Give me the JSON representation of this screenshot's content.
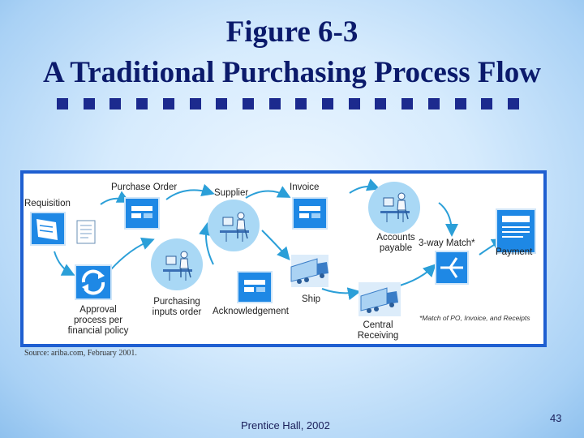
{
  "slide": {
    "title_line1": "Figure 6-3",
    "title_line2": "A Traditional Purchasing Process Flow",
    "source": "Source: ariba.com, February 2001.",
    "footer": "Prentice Hall, 2002",
    "page_number": "43"
  },
  "diagram": {
    "requisition": "Requisition",
    "purchase_order": "Purchase Order",
    "supplier": "Supplier",
    "invoice": "Invoice",
    "accounts_payable_1": "Accounts",
    "accounts_payable_2": "payable",
    "three_way_match": "3-way Match*",
    "payment": "Payment",
    "approval_1": "Approval",
    "approval_2": "process per",
    "approval_3": "financial policy",
    "purchasing_1": "Purchasing",
    "purchasing_2": "inputs order",
    "acknowledgement": "Acknowledgement",
    "ship": "Ship",
    "central_1": "Central",
    "central_2": "Receiving",
    "note": "*Match of PO, Invoice, and Receipts"
  },
  "colors": {
    "title": "#0b1a6b",
    "frame": "#1f5fd1",
    "doc_tile": "#1e88e5",
    "circle": "#a9d8f5",
    "arrow": "#2b9fd8"
  },
  "icons": [
    "document-icon",
    "person-at-desk-icon",
    "truck-icon",
    "refresh-icon",
    "merge-arrows-icon",
    "slide-square"
  ]
}
